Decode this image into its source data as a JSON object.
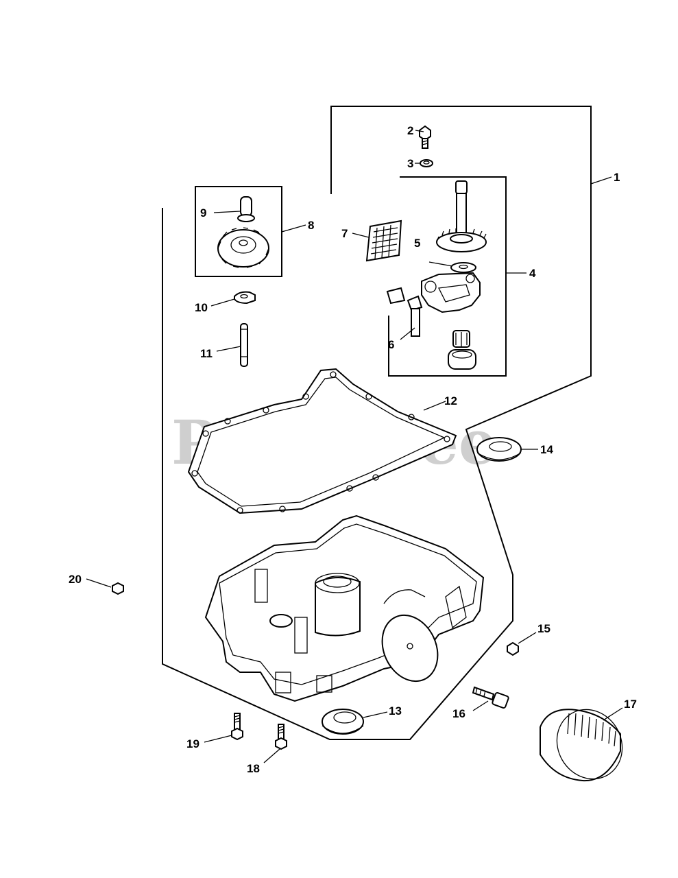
{
  "watermark": "PartsTree",
  "callouts": {
    "c1": "1",
    "c2": "2",
    "c3": "3",
    "c4": "4",
    "c5": "5",
    "c6": "6",
    "c7": "7",
    "c8": "8",
    "c9": "9",
    "c10": "10",
    "c11": "11",
    "c12": "12",
    "c13": "13",
    "c14": "14",
    "c15": "15",
    "c16": "16",
    "c17": "17",
    "c18": "18",
    "c19": "19",
    "c20": "20"
  }
}
